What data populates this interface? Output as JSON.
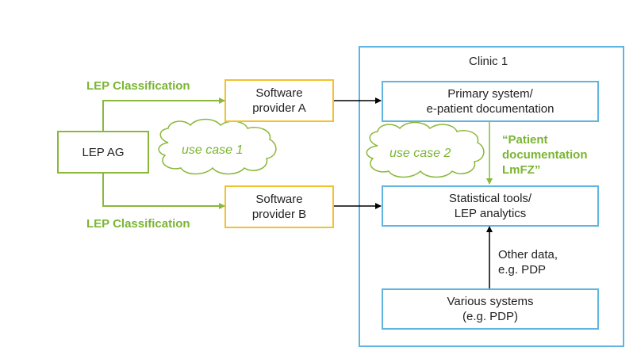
{
  "clinic": {
    "title": "Clinic 1"
  },
  "lep_ag": {
    "label": "LEP AG"
  },
  "classification_top": "LEP Classification",
  "classification_bottom": "LEP Classification",
  "provider_a": {
    "line1": "Software",
    "line2": "provider A"
  },
  "provider_b": {
    "line1": "Software",
    "line2": "provider B"
  },
  "primary_system": {
    "line1": "Primary system/",
    "line2": "e-patient documentation"
  },
  "statistical_tools": {
    "line1": "Statistical tools/",
    "line2": "LEP analytics"
  },
  "various_systems": {
    "line1": "Various systems",
    "line2": "(e.g. PDP)"
  },
  "use_case_1": "use case 1",
  "use_case_2": "use case 2",
  "patient_doc": {
    "line1": "“Patient",
    "line2": "documentation",
    "line3": "LmFZ”"
  },
  "other_data": {
    "line1": "Other data,",
    "line2": "e.g. PDP"
  },
  "colors": {
    "green": "#8ab83a",
    "orange": "#f2c12e",
    "blue": "#5fb4e0",
    "text_green": "#7ab532"
  }
}
